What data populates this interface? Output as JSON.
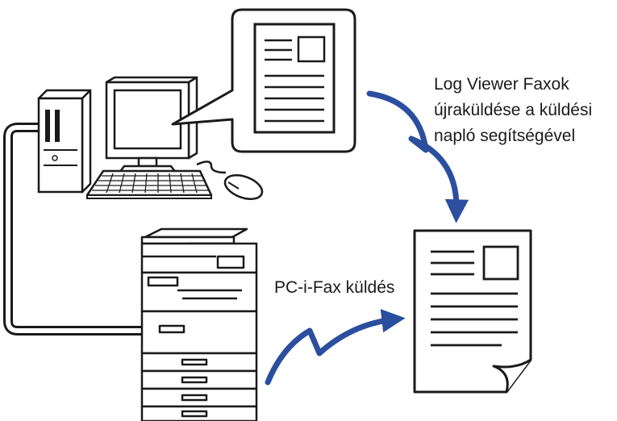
{
  "labels": {
    "log_viewer_line1": "Log Viewer Faxok",
    "log_viewer_line2": "újraküldése a küldési",
    "log_viewer_line3": "napló segítségével",
    "pc_ifax": "PC-i-Fax küldés"
  },
  "colors": {
    "arrow": "#2b4f9e",
    "outline": "#1a1a1a",
    "background": "#ffffff"
  }
}
